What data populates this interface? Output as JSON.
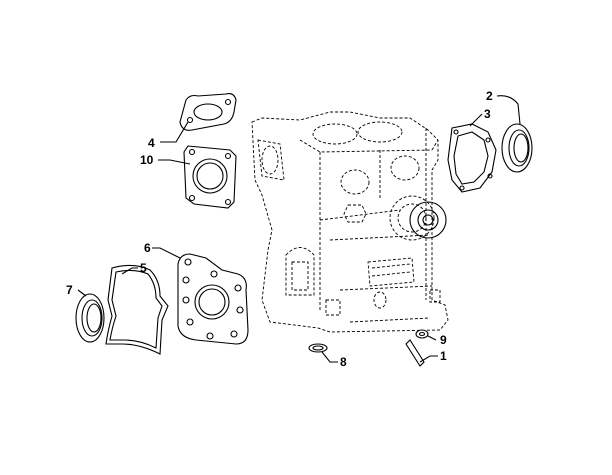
{
  "callouts": [
    {
      "id": "1",
      "label": "1",
      "part": "pin"
    },
    {
      "id": "2",
      "label": "2",
      "part": "oil-seal-right"
    },
    {
      "id": "3",
      "label": "3",
      "part": "gasket-right-cover"
    },
    {
      "id": "4",
      "label": "4",
      "part": "gasket-flange-top"
    },
    {
      "id": "5",
      "label": "5",
      "part": "gasket-sealant-outline"
    },
    {
      "id": "6",
      "label": "6",
      "part": "gasket-left-plate"
    },
    {
      "id": "7",
      "label": "7",
      "part": "oil-seal-left"
    },
    {
      "id": "8",
      "label": "8",
      "part": "o-ring"
    },
    {
      "id": "9",
      "label": "9",
      "part": "washer"
    },
    {
      "id": "10",
      "label": "10",
      "part": "gasket-flange-square"
    }
  ]
}
